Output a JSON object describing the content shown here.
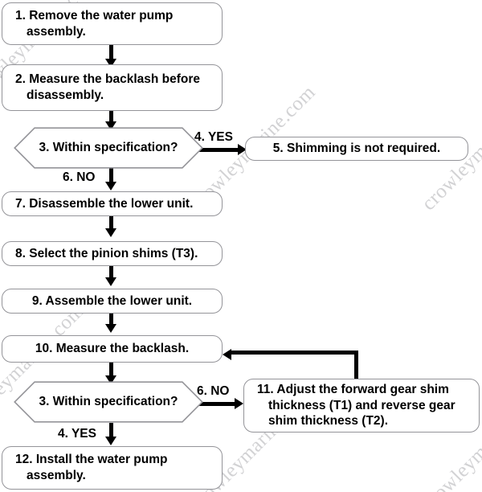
{
  "diagram": {
    "title": "Backlash / shimming procedure flowchart",
    "watermark_text": "crowleymarine.com",
    "colors": {
      "node_border": "#949499",
      "node_fill": "#ffffff",
      "connector": "#000000",
      "text": "#000000",
      "watermark": "#d2d2d4",
      "background": "#ffffff"
    },
    "nodes": [
      {
        "id": "n1",
        "type": "process",
        "number": "1.",
        "text": "1. Remove the water pump assembly."
      },
      {
        "id": "n2",
        "type": "process",
        "number": "2.",
        "text": "2. Measure the backlash before disassembly."
      },
      {
        "id": "n3",
        "type": "decision",
        "number": "3.",
        "text": "3. Within specification?"
      },
      {
        "id": "n5",
        "type": "process",
        "number": "5.",
        "text": "5. Shimming is not required."
      },
      {
        "id": "n7",
        "type": "process",
        "number": "7.",
        "text": "7. Disassemble the lower unit."
      },
      {
        "id": "n8",
        "type": "process",
        "number": "8.",
        "text": "8. Select the pinion shims (T3)."
      },
      {
        "id": "n9",
        "type": "process",
        "number": "9.",
        "text": "9. Assemble the lower unit."
      },
      {
        "id": "n10",
        "type": "process",
        "number": "10.",
        "text": "10. Measure the backlash."
      },
      {
        "id": "n3b",
        "type": "decision",
        "number": "3.",
        "text": "3. Within specification?"
      },
      {
        "id": "n11",
        "type": "process",
        "number": "11.",
        "text": "11. Adjust the forward gear shim thickness (T1) and reverse gear shim thickness (T2)."
      },
      {
        "id": "n12",
        "type": "process",
        "number": "12.",
        "text": "12. Install the water pump assembly."
      }
    ],
    "edge_labels": {
      "yes_top": "4. YES",
      "no_top": "6. NO",
      "no_bottom": "6. NO",
      "yes_bottom": "4. YES"
    }
  }
}
